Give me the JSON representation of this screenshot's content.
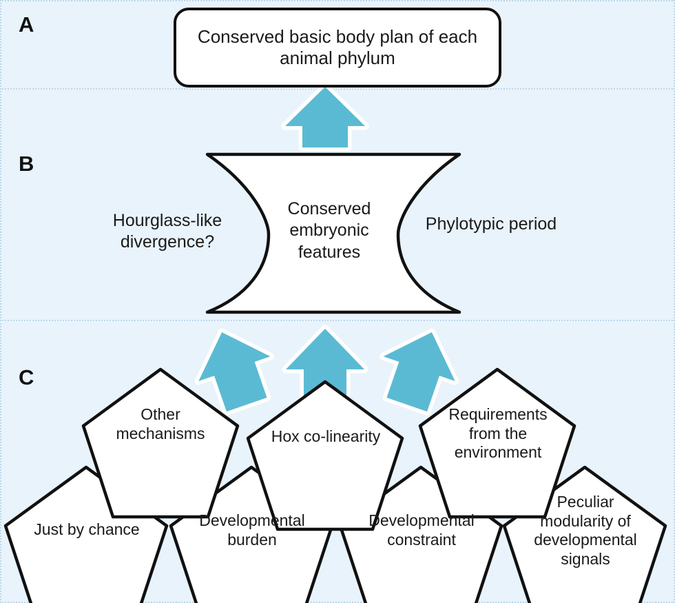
{
  "figure": {
    "background_color": "#e9f3fb",
    "accent_color": "#5bbad3",
    "outline_color": "#111111",
    "shape_fill": "#ffffff",
    "panel_border_color": "#bcd8ea"
  },
  "panels": [
    {
      "letter": "A",
      "name": "conserved-body-plan"
    },
    {
      "letter": "B",
      "name": "hourglass-model"
    },
    {
      "letter": "C",
      "name": "candidate-mechanisms"
    }
  ],
  "panel_a": {
    "letter": "A",
    "box_text": "Conserved basic body plan of each animal phylum",
    "arrow": {
      "name": "upward-arrow-b-to-a",
      "direction": "up",
      "color": "#5bbad3"
    }
  },
  "panel_b": {
    "letter": "B",
    "hourglass_center_label": "Conserved embryonic features",
    "left_label": "Hourglass-like divergence?",
    "right_label": "Phylotypic period",
    "shape": "hourglass"
  },
  "panel_c": {
    "letter": "C",
    "arrows": [
      {
        "name": "upward-arrow-left",
        "direction": "up-right",
        "color": "#5bbad3"
      },
      {
        "name": "upward-arrow-center",
        "direction": "up",
        "color": "#5bbad3"
      },
      {
        "name": "upward-arrow-right",
        "direction": "up-left",
        "color": "#5bbad3"
      }
    ],
    "top_row": [
      {
        "label": "Other mechanisms"
      },
      {
        "label": "Hox co-linearity"
      },
      {
        "label": "Requirements from the environment"
      }
    ],
    "bottom_row": [
      {
        "label": "Just by chance"
      },
      {
        "label": "Developmental burden"
      },
      {
        "label": "Developmental constraint"
      },
      {
        "label": "Peculiar modularity of developmental signals"
      }
    ]
  }
}
